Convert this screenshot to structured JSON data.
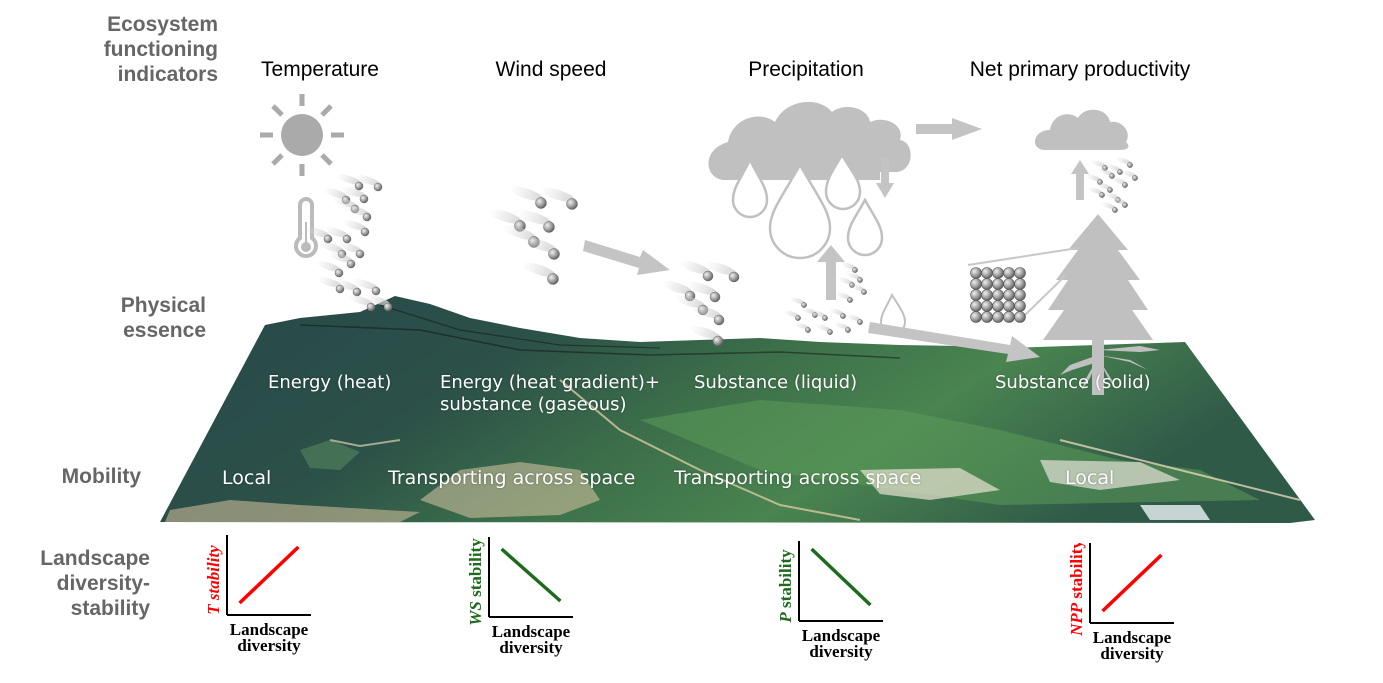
{
  "row_labels": {
    "indicators": [
      "Ecosystem",
      "functioning",
      "indicators"
    ],
    "physical": [
      "Physical",
      "essence"
    ],
    "mobility": "Mobility",
    "diversity": [
      "Landscape",
      "diversity-",
      "stability"
    ]
  },
  "columns": [
    {
      "title": "Temperature",
      "essence": [
        "Energy (heat)"
      ],
      "mobility": "Local"
    },
    {
      "title": "Wind speed",
      "essence": [
        "Energy (heat gradient)+",
        "substance (gaseous)"
      ],
      "mobility": "Transporting across space"
    },
    {
      "title": "Precipitation",
      "essence": [
        "Substance (liquid)"
      ],
      "mobility": "Transporting across space"
    },
    {
      "title": "Net primary productivity",
      "essence": [
        "Substance (solid)"
      ],
      "mobility": "Local"
    }
  ],
  "icons": [
    "sun-icon",
    "thermometer-icon",
    "gas-particles-icon",
    "arrow-icon",
    "cloud-icon",
    "raindrop-icon",
    "tree-icon",
    "solid-lattice-icon"
  ],
  "colors": {
    "positive": "#ff0000",
    "negative": "#1e6b1e",
    "icon_gray": "#b4b4b4",
    "label_gray": "#666666"
  },
  "chart_data": [
    {
      "type": "line",
      "title": "",
      "xlabel": "Landscape diversity",
      "ylabel_var": "T",
      "ylabel_rest": " stability",
      "ylabel_italic_all": true,
      "trend": "positive",
      "x": [
        0.15,
        0.85
      ],
      "y": [
        0.15,
        0.85
      ],
      "color": "#ff0000"
    },
    {
      "type": "line",
      "title": "",
      "xlabel": "Landscape diversity",
      "ylabel_var": "WS",
      "ylabel_rest": " stability",
      "ylabel_italic_all": false,
      "trend": "negative",
      "x": [
        0.15,
        0.85
      ],
      "y": [
        0.85,
        0.2
      ],
      "color": "#1e6b1e"
    },
    {
      "type": "line",
      "title": "",
      "xlabel": "Landscape diversity",
      "ylabel_var": "P",
      "ylabel_rest": " stability",
      "ylabel_italic_all": false,
      "trend": "negative",
      "x": [
        0.15,
        0.85
      ],
      "y": [
        0.9,
        0.2
      ],
      "color": "#1e6b1e"
    },
    {
      "type": "line",
      "title": "",
      "xlabel": "Landscape diversity",
      "ylabel_var": "NPP",
      "ylabel_rest": " stability",
      "ylabel_italic_all": false,
      "trend": "positive",
      "x": [
        0.15,
        0.85
      ],
      "y": [
        0.15,
        0.85
      ],
      "color": "#ff0000"
    }
  ]
}
